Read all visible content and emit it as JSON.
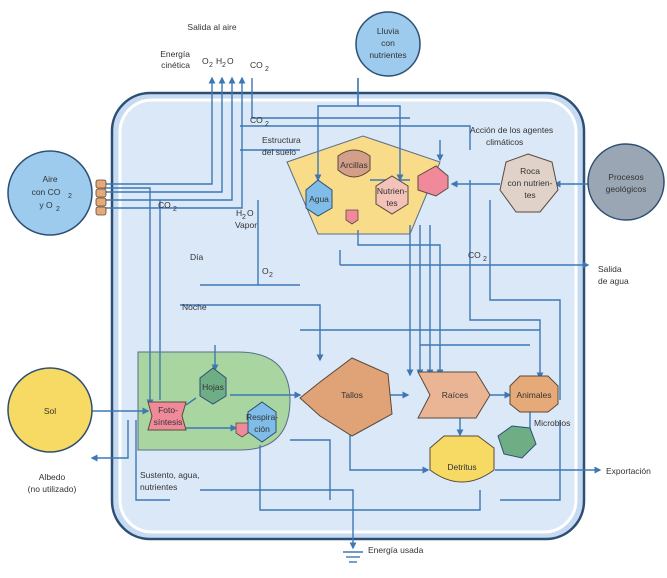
{
  "labels": {
    "salida_aire": "Salida al aire",
    "energia_cinetica_1": "Energía",
    "energia_cinetica_2": "cinética",
    "o2_h2o": "O",
    "o2_sub": "2",
    "h2o_a": "H",
    "h2o_sub": "2",
    "h2o_b": "O",
    "co2_top": "CO",
    "co2_sub": "2",
    "co2_inner": "CO",
    "co2_left": "CO",
    "co2_right": "CO",
    "estructura_1": "Estructura",
    "estructura_2": "del suelo",
    "accion_1": "Acción de los agentes",
    "accion_2": "climáticos",
    "h2o_vapor_a": "H",
    "h2o_vapor_b": "O",
    "vapor": "Vapor",
    "dia": "Día",
    "o2_mid": "O",
    "noche": "Noche",
    "salida_agua_1": "Salida",
    "salida_agua_2": "de agua",
    "albedo_1": "Albedo",
    "albedo_2": "(no utilizado)",
    "sustento_1": "Sustento, agua,",
    "sustento_2": "nutrientes",
    "exportacion": "Exportación",
    "energia_usada": "Energía usada",
    "microbios": "Microbios"
  },
  "nodes": {
    "lluvia_1": "Lluvia",
    "lluvia_2": "con",
    "lluvia_3": "nutrientes",
    "aire_1": "Aire",
    "aire_2": "con CO",
    "aire_3": "y O",
    "sol": "Sol",
    "procesos_1": "Procesos",
    "procesos_2": "geológicos",
    "roca_1": "Roca",
    "roca_2": "con nutrien-",
    "roca_3": "tes",
    "arcillas": "Arcillas",
    "agua": "Agua",
    "nutrientes_1": "Nutrien-",
    "nutrientes_2": "tes",
    "hojas": "Hojas",
    "foto_1": "Foto-",
    "foto_2": "síntesis",
    "resp_1": "Respira-",
    "resp_2": "ción",
    "tallos": "Tallos",
    "raices": "Raíces",
    "animales": "Animales",
    "detritus": "Detritus"
  },
  "colors": {
    "system_fill": "#d7e6f7",
    "system_stroke": "#2d4f73",
    "source_blue": "#9ccbee",
    "flow": "#3d78b5",
    "sun": "#f7da63",
    "soil": "#f9dc8a",
    "plant": "#a8d5a0",
    "orange": "#e6a978",
    "pink": "#f08a9b",
    "green_node": "#6fae84",
    "grey": "#e0d2c8",
    "blue_node": "#7fbde8"
  }
}
